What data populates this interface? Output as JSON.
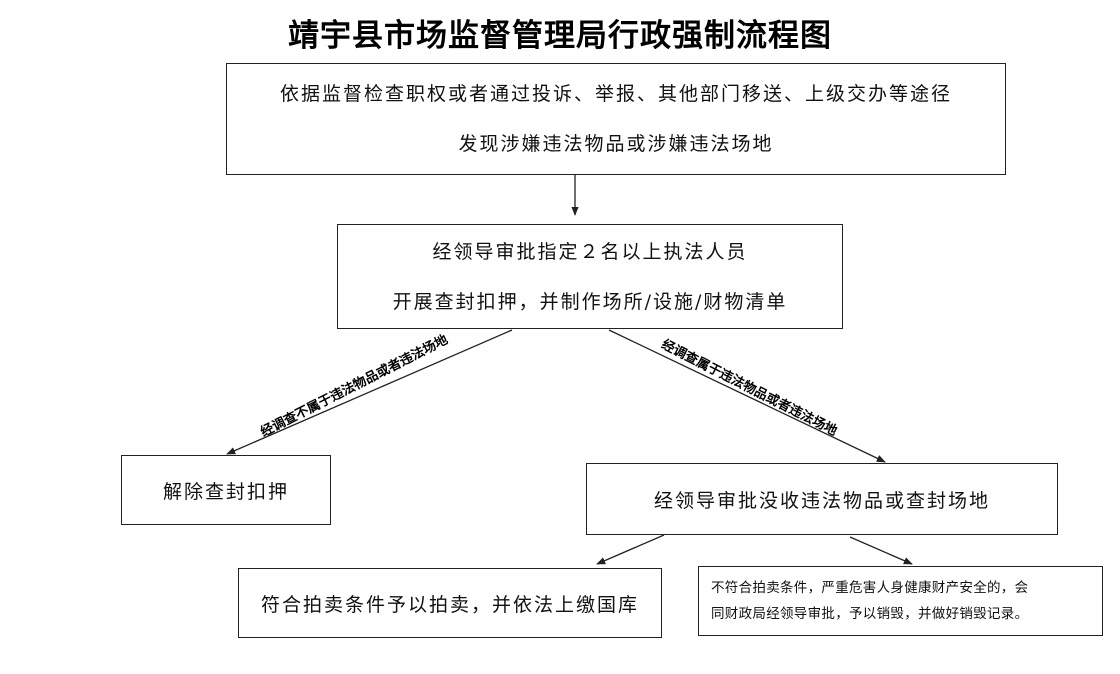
{
  "title": "靖宇县市场监督管理局行政强制流程图",
  "nodes": {
    "start": {
      "line1": "依据监督检查职权或者通过投诉、举报、其他部门移送、上级交办等途径",
      "line2": "发现涉嫌违法物品或涉嫌违法场地"
    },
    "seize": {
      "line1": "经领导审批指定２名以上执法人员",
      "line2": "开展查封扣押，并制作场所/设施/财物清单"
    },
    "release": {
      "line1": "解除查封扣押"
    },
    "confiscate": {
      "line1": "经领导审批没收违法物品或查封场地"
    },
    "auction": {
      "line1": "符合拍卖条件予以拍卖，并依法上缴国库"
    },
    "destroy": {
      "line1": "不符合拍卖条件，严重危害人身健康财产安全的，会",
      "line2": "同财政局经领导审批，予以销毁，并做好销毁记录。"
    }
  },
  "edges": {
    "not_illegal": "经调查不属于违法物品或者违法场地",
    "is_illegal": "经调查属于违法物品或者违法场地"
  },
  "colors": {
    "line": "#222222",
    "text": "#111111",
    "background": "#ffffff"
  }
}
